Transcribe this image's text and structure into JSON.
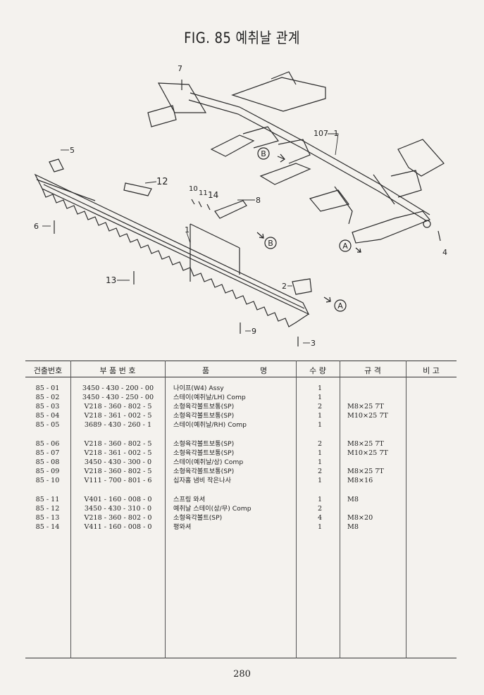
{
  "title": "FIG. 85 예취날 관계",
  "callouts": {
    "c7": "7",
    "c107": "107 -1",
    "c5": "5",
    "c12": "12",
    "c10": "10",
    "c11": "11",
    "c14": "14",
    "c8": "8",
    "c1": "1",
    "c6": "6",
    "c13": "13",
    "c2": "2",
    "c9": "9",
    "c3": "3",
    "c4": "4",
    "refA": "A",
    "refB": "B"
  },
  "table": {
    "headers": {
      "no": "건출번호",
      "part": "부 품 번 호",
      "name_a": "품",
      "name_b": "명",
      "qty": "수 량",
      "spec": "규 격",
      "remark": "비 고"
    },
    "rows": [
      {
        "no": "85 - 01",
        "part": "3450 - 430 - 200 - 00",
        "name": "나이프(W4) Assy",
        "qty": "1",
        "spec": ""
      },
      {
        "no": "85 - 02",
        "part": "3450 - 430 - 250 - 00",
        "name": "스테이(예취날/LH) Comp",
        "qty": "1",
        "spec": ""
      },
      {
        "no": "85 - 03",
        "part": "V218 - 360 - 802 - 5",
        "name": "소형육각볼트보통(SP)",
        "qty": "2",
        "spec": "M8×25 7T"
      },
      {
        "no": "85 - 04",
        "part": "V218 - 361 - 002 - 5",
        "name": "소형육각볼트보통(SP)",
        "qty": "1",
        "spec": "M10×25 7T"
      },
      {
        "no": "85 - 05",
        "part": "3689 - 430 - 260 - 1",
        "name": "스테이(예취날/RH) Comp",
        "qty": "1",
        "spec": ""
      },
      {
        "no": "85 - 06",
        "part": "V218 - 360 - 802 - 5",
        "name": "소형육각볼트보통(SP)",
        "qty": "2",
        "spec": "M8×25 7T"
      },
      {
        "no": "85 - 07",
        "part": "V218 - 361 - 002 - 5",
        "name": "소형육각볼트보통(SP)",
        "qty": "1",
        "spec": "M10×25 7T"
      },
      {
        "no": "85 - 08",
        "part": "3450 - 430 - 300 - 0",
        "name": "스테이(예취날/상) Comp",
        "qty": "1",
        "spec": ""
      },
      {
        "no": "85 - 09",
        "part": "V218 - 360 - 802 - 5",
        "name": "소형육각볼트보통(SP)",
        "qty": "2",
        "spec": "M8×25 7T"
      },
      {
        "no": "85 - 10",
        "part": "V111 - 700 - 801 - 6",
        "name": "십자홈 냄비 작은나사",
        "qty": "1",
        "spec": "M8×16"
      },
      {
        "no": "85 - 11",
        "part": "V401 - 160 - 008 - 0",
        "name": "스프링 와셔",
        "qty": "1",
        "spec": "M8"
      },
      {
        "no": "85 - 12",
        "part": "3450 - 430 - 310 - 0",
        "name": "예취날 스테이(상/무) Comp",
        "qty": "2",
        "spec": ""
      },
      {
        "no": "85 - 13",
        "part": "V218 - 360 - 802 - 0",
        "name": "소형육각볼트(SP)",
        "qty": "4",
        "spec": "M8×20"
      },
      {
        "no": "85 - 14",
        "part": "V411 - 160 - 008 - 0",
        "name": "평와셔",
        "qty": "1",
        "spec": "M8"
      }
    ]
  },
  "page_number": "280"
}
